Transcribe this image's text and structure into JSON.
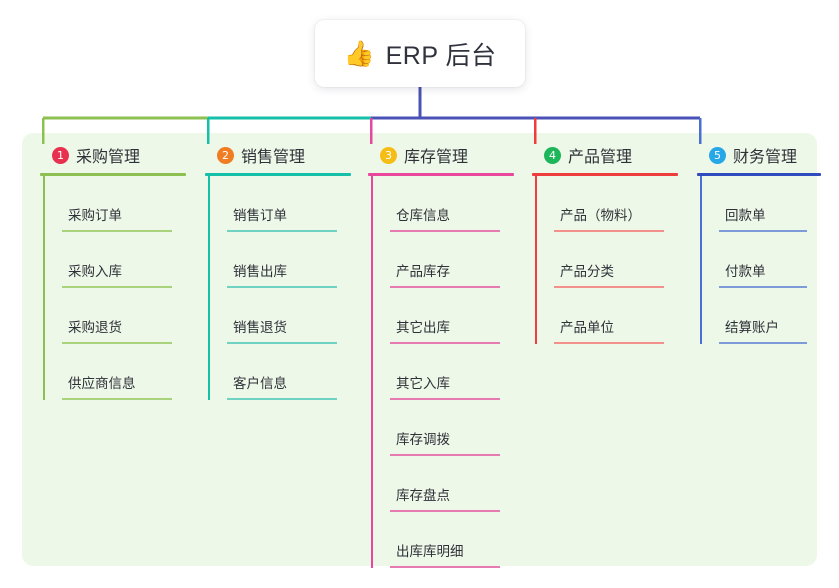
{
  "canvas": {
    "background": "#ffffff",
    "panel_color": "#eef8e8"
  },
  "root": {
    "icon": "thumbs-up-icon",
    "emoji": "👍",
    "title": "ERP 后台",
    "card_background": "#ffffff",
    "text_color": "#30323c"
  },
  "trunk": {
    "color": "#4a52b5",
    "bus_segments": [
      {
        "color": "#8cc152",
        "from": "col1",
        "to": "col2"
      },
      {
        "color": "#16c0a8",
        "from": "col2",
        "to": "col3"
      },
      {
        "color": "#4a52b5",
        "from": "col3",
        "to": "col5"
      }
    ]
  },
  "columns": [
    {
      "index": "1",
      "title": "采购管理",
      "badge_color": "#e8304f",
      "line_color": "#8cc152",
      "leaf_line_color": "#a9d27d",
      "drop_color": "#8cc152",
      "leaves": [
        "采购订单",
        "采购入库",
        "采购退货",
        "供应商信息"
      ]
    },
    {
      "index": "2",
      "title": "销售管理",
      "badge_color": "#f07c23",
      "line_color": "#16c0a8",
      "leaf_line_color": "#6fd2c3",
      "drop_color": "#16c0a8",
      "leaves": [
        "销售订单",
        "销售出库",
        "销售退货",
        "客户信息"
      ]
    },
    {
      "index": "3",
      "title": "库存管理",
      "badge_color": "#f6bd16",
      "line_color": "#e8479b",
      "leaf_line_color": "#e87ab2",
      "drop_color": "#e8479b",
      "leaves": [
        "仓库信息",
        "产品库存",
        "其它出库",
        "其它入库",
        "库存调拨",
        "库存盘点",
        "出库库明细"
      ]
    },
    {
      "index": "4",
      "title": "产品管理",
      "badge_color": "#1eb65a",
      "line_color": "#ef3d3d",
      "leaf_line_color": "#f3908c",
      "drop_color": "#ef3d3d",
      "leaves": [
        "产品（物料）",
        "产品分类",
        "产品单位"
      ]
    },
    {
      "index": "5",
      "title": "财务管理",
      "badge_color": "#26a7e8",
      "line_color": "#2f4bbd",
      "leaf_line_color": "#7d9bd8",
      "drop_color": "#4a6fd0",
      "leaves": [
        "回款单",
        "付款单",
        "结算账户"
      ]
    }
  ]
}
